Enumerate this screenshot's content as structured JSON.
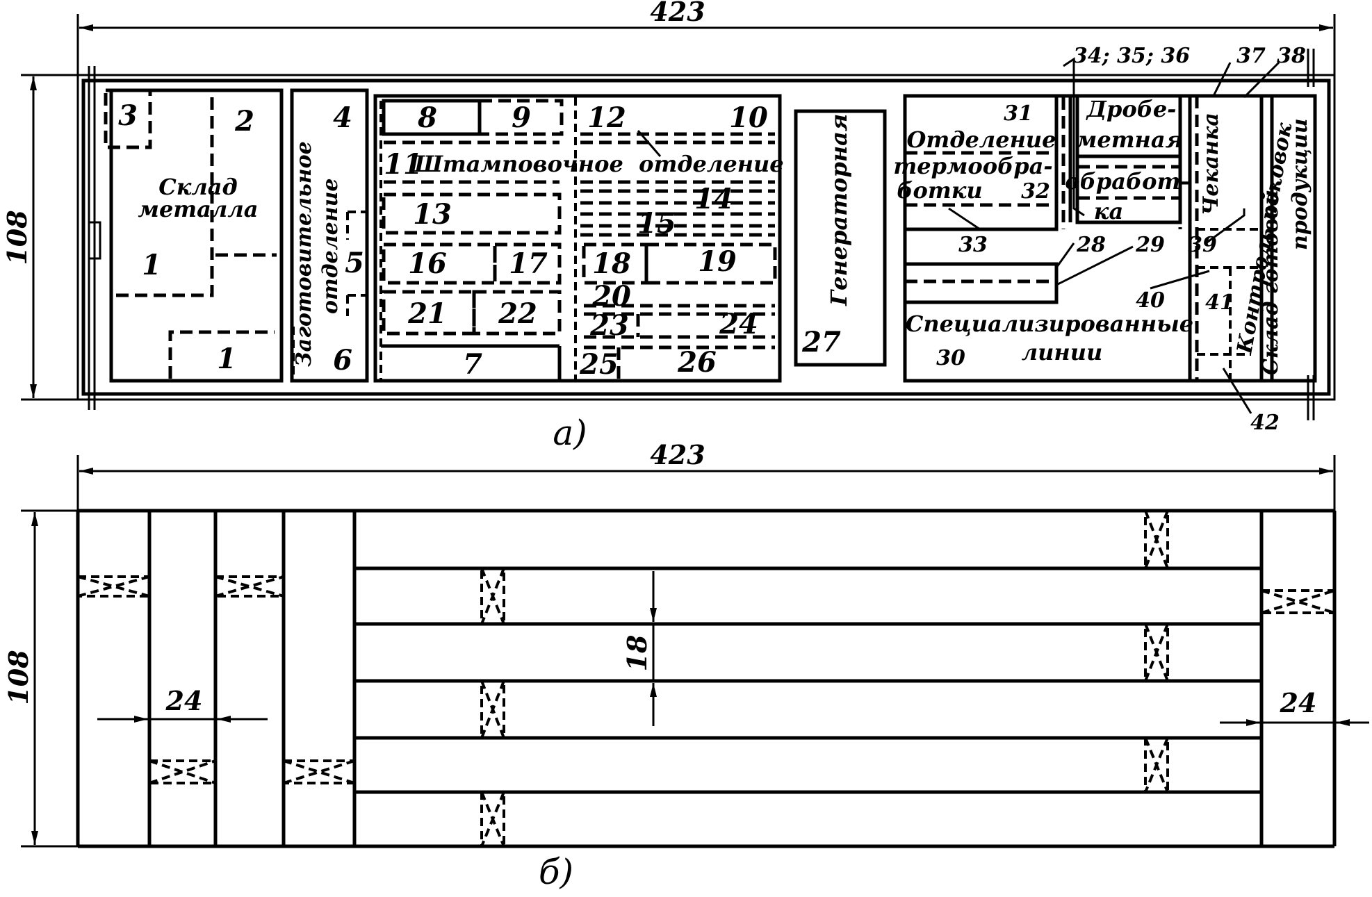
{
  "plan_a": {
    "width_dim": "423",
    "height_dim": "108",
    "caption": "а)",
    "zones": {
      "metal_store": {
        "label_1": "Склад",
        "label_2": "металла",
        "n3": "3",
        "n2": "2",
        "n1a": "1",
        "n1b": "1"
      },
      "blank_dept": {
        "label_1": "Заготовительное",
        "label_2": "отделение",
        "n4": "4",
        "n5": "5",
        "n6": "6"
      },
      "stamping_dept": {
        "label": "Штамповочное  отделение",
        "n8": "8",
        "n9": "9",
        "n10": "10",
        "n11": "11",
        "n12": "12",
        "n13": "13",
        "n14": "14",
        "n15": "15",
        "n16": "16",
        "n17": "17",
        "n18": "18",
        "n19": "19",
        "n20": "20",
        "n21": "21",
        "n22": "22",
        "n23": "23",
        "n24": "24",
        "n25": "25",
        "n26": "26",
        "n7": "7"
      },
      "generator": {
        "label": "Генераторная",
        "n27": "27"
      },
      "heat_treatment": {
        "label_1": "Отделение",
        "label_2": "термообра-",
        "label_3": "ботки",
        "n31": "31",
        "n32": "32",
        "n33": "33",
        "n28": "28",
        "n29": "29"
      },
      "shot_blasting": {
        "label_1": "Дробе-",
        "label_2": "метная",
        "label_3": "обработ-",
        "label_4": "ка"
      },
      "special_lines": {
        "label_1": "Специализированные",
        "label_2": "линии",
        "n30": "30"
      },
      "coining": {
        "label": "Чеканка"
      },
      "forging_control": {
        "label": "Контроль поковок"
      },
      "finished_store": {
        "label_1": "Склад готовой",
        "label_2": "продукции"
      },
      "callouts": {
        "n343536": "34; 35; 36",
        "n37": "37",
        "n38": "38",
        "n39": "39",
        "n40": "40",
        "n41": "41",
        "n42": "42"
      }
    }
  },
  "plan_b": {
    "width_dim": "423",
    "height_dim": "108",
    "span_dim_left": "24",
    "span_dim_right": "24",
    "bay_dim": "18",
    "caption": "б)"
  }
}
